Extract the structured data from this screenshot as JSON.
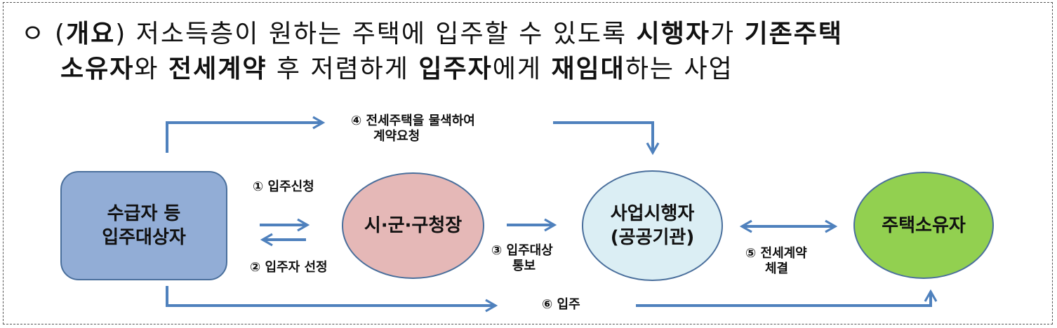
{
  "headline": {
    "bullet": "ㅇ",
    "line1_parts": [
      "(",
      "개요",
      ") 저소득층이 원하는 주택에 입주할 수 있도록 ",
      "시행자",
      "가 ",
      "기존주택"
    ],
    "line2_parts": [
      "소유자",
      "와 ",
      "전세계약",
      " 후 저렴하게 ",
      "입주자",
      "에게 ",
      "재임대",
      "하는 사업"
    ]
  },
  "nodes": {
    "recipient": [
      "수급자 등",
      "입주대상자"
    ],
    "city": "시·군·구청장",
    "agency": [
      "사업시행자",
      "(공공기관)"
    ],
    "owner": "주택소유자"
  },
  "steps": {
    "step1": "① 입주신청",
    "step2": "② 입주자 선정",
    "step3": [
      "③ 입주대상",
      "통보"
    ],
    "step4": [
      "④ 전세주택을 물색하여",
      "계약요청"
    ],
    "step5": [
      "⑤ 전세계약",
      "체결"
    ],
    "step6": "⑥ 입주"
  },
  "colors": {
    "arrow": "#4f81bd",
    "recipient_fill": "#92add6",
    "city_fill": "#e5b8b7",
    "agency_fill": "#dbeef4",
    "owner_fill": "#92d050",
    "node_border": "#4a6f9c"
  }
}
